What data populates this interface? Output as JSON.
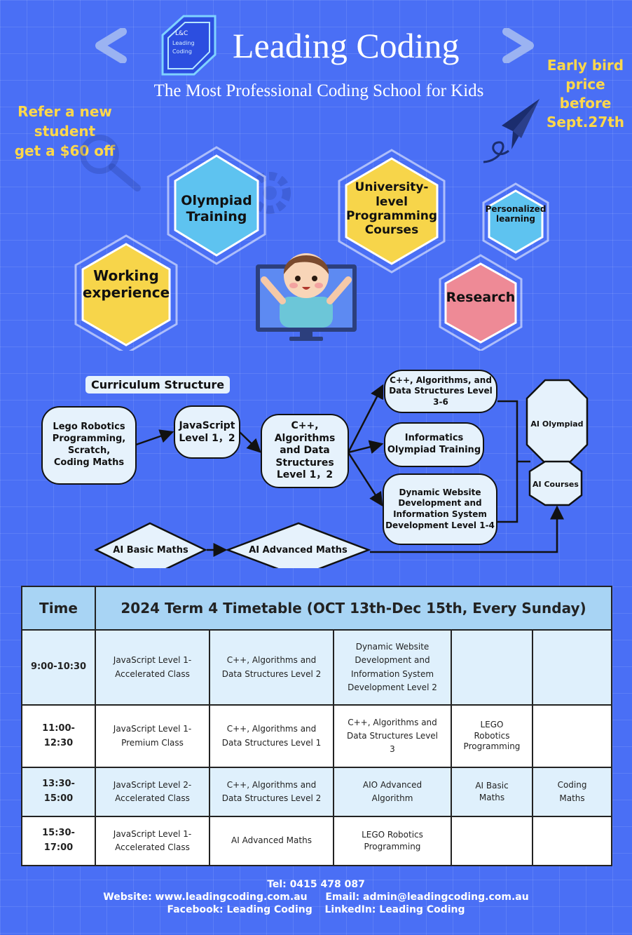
{
  "brand": {
    "name": "Leading Coding",
    "logo_text": [
      "L&C",
      "Leading",
      "Coding"
    ],
    "tagline": "The Most Professional Coding School for Kids"
  },
  "promos": {
    "refer": [
      "Refer a new",
      "student",
      "get a $60 off"
    ],
    "early_bird": [
      "Early bird",
      "price before",
      "Sept.27th"
    ]
  },
  "features": {
    "olympiad": [
      "Olympiad",
      "Training"
    ],
    "university": [
      "University-",
      "level",
      "Programming",
      "Courses"
    ],
    "personalized": [
      "Personalized",
      "learning"
    ],
    "working": [
      "Working",
      "experience"
    ],
    "research": "Research"
  },
  "curriculum": {
    "title": "Curriculum Structure",
    "lego": [
      "Lego Robotics",
      "Programming,",
      "Scratch,",
      "Coding Maths"
    ],
    "javascript": [
      "JavaScript",
      "Level 1，2"
    ],
    "cpp12": [
      "C++, Algorithms",
      "and Data",
      "Structures",
      "Level 1，2"
    ],
    "cpp36": [
      "C++, Algorithms, and",
      "Data Structures Level 3-6"
    ],
    "informatics": [
      "Informatics",
      "Olympiad Training"
    ],
    "web": [
      "Dynamic Website",
      "Development and",
      "Information System",
      "Development Level 1-4"
    ],
    "ai_olympiad": "AI Olympiad",
    "ai_courses": "AI Courses",
    "ai_basic": "AI Basic Maths",
    "ai_advanced": "AI Advanced Maths"
  },
  "timetable": {
    "time_header": "Time",
    "title": "2024 Term 4 Timetable (OCT 13th-Dec 15th, Every Sunday)",
    "rows": [
      {
        "time": "9:00-10:30",
        "cells": [
          [
            "JavaScript Level 1-",
            "Accelerated Class"
          ],
          [
            "C++, Algorithms and",
            "Data Structures Level 2"
          ],
          [
            "Dynamic Website",
            "Development and",
            "Information System",
            "Development Level 2"
          ],
          [],
          []
        ]
      },
      {
        "time": "11:00-12:30",
        "cells": [
          [
            "JavaScript Level 1-",
            "Premium Class"
          ],
          [
            "C++, Algorithms and",
            "Data Structures Level 1"
          ],
          [
            "C++, Algorithms and",
            "Data Structures Level",
            "3"
          ],
          [
            "LEGO",
            "Robotics",
            "Programming"
          ],
          []
        ]
      },
      {
        "time": "13:30-15:00",
        "cells": [
          [
            "JavaScript Level 2-",
            "Accelerated Class"
          ],
          [
            "C++, Algorithms and",
            "Data Structures Level 2"
          ],
          [
            "AIO Advanced",
            "Algorithm"
          ],
          [
            "AI Basic",
            "Maths"
          ],
          [
            "Coding",
            "Maths"
          ]
        ]
      },
      {
        "time": "15:30-17:00",
        "cells": [
          [
            "JavaScript Level 1-",
            "Accelerated Class"
          ],
          [
            "AI Advanced Maths"
          ],
          [
            "LEGO Robotics",
            "Programming"
          ],
          [],
          []
        ]
      }
    ]
  },
  "contact": {
    "tel": "Tel: 0415 478 087",
    "website": "Website: www.leadingcoding.com.au",
    "email": "Email: admin@leadingcoding.com.au",
    "facebook": "Facebook: Leading Coding",
    "linkedin": "LinkedIn: Leading Coding"
  },
  "colors": {
    "background": "#4a6ff5",
    "promo_yellow": "#ffd84a",
    "hex_blue": "#5ec3f0",
    "hex_yellow": "#f7d54a",
    "hex_pink": "#ee8a96",
    "node_fill": "#e6f2fc",
    "table_header": "#a8d4f4"
  },
  "icons": [
    "chevron-left-icon",
    "chevron-right-icon",
    "paper-plane-icon",
    "magnifier-icon",
    "gear-icon",
    "kid-monitor-illustration"
  ]
}
